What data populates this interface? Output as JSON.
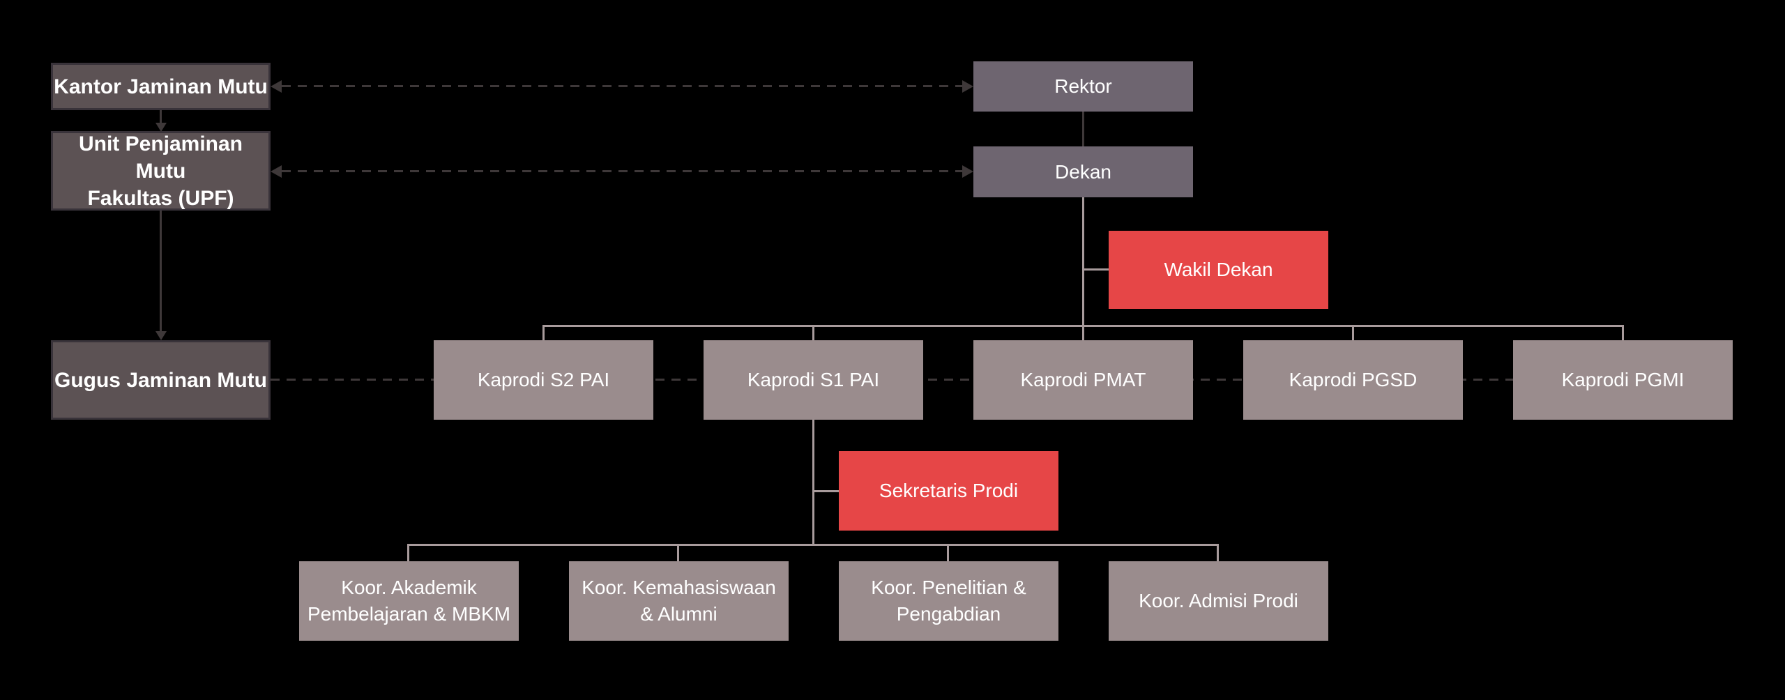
{
  "title": "Struktur Organisasi (organizational chart)",
  "colors": {
    "background": "#000000",
    "box_dark_fill": "#5c5254",
    "box_dark_border": "#39333a",
    "box_mid_fill": "#6e6570",
    "box_light_fill": "#9a8c8d",
    "box_red_fill": "#e64647",
    "line_light": "#a89b9c",
    "line_dark": "#3e3839",
    "text": "#ffffff"
  },
  "nodes": {
    "kantor": {
      "label": "Kantor Jaminan Mutu"
    },
    "upf": {
      "label": "Unit Penjaminan Mutu\nFakultas (UPF)"
    },
    "gugus": {
      "label": "Gugus Jaminan Mutu"
    },
    "rektor": {
      "label": "Rektor"
    },
    "dekan": {
      "label": "Dekan"
    },
    "wakil_dekan": {
      "label": "Wakil Dekan"
    },
    "kaprodi_s2_pai": {
      "label": "Kaprodi S2 PAI"
    },
    "kaprodi_s1_pai": {
      "label": "Kaprodi S1 PAI"
    },
    "kaprodi_pmat": {
      "label": "Kaprodi PMAT"
    },
    "kaprodi_pgsd": {
      "label": "Kaprodi PGSD"
    },
    "kaprodi_pgmi": {
      "label": "Kaprodi PGMI"
    },
    "sekretaris_prodi": {
      "label": "Sekretaris Prodi"
    },
    "koor_akademik": {
      "label": "Koor. Akademik\nPembelajaran & MBKM"
    },
    "koor_kemahasiswaan": {
      "label": "Koor. Kemahasiswaan\n& Alumni"
    },
    "koor_penelitian": {
      "label": "Koor. Penelitian &\nPengabdian"
    },
    "koor_admisi": {
      "label": "Koor. Admisi Prodi"
    }
  },
  "edges": [
    {
      "from": "kantor",
      "to": "rektor",
      "style": "dashed-double-arrow"
    },
    {
      "from": "upf",
      "to": "dekan",
      "style": "dashed-double-arrow"
    },
    {
      "from": "kantor",
      "to": "upf",
      "style": "solid-arrow-down"
    },
    {
      "from": "upf",
      "to": "gugus",
      "style": "solid-arrow-down"
    },
    {
      "from": "rektor",
      "to": "dekan",
      "style": "solid"
    },
    {
      "from": "dekan",
      "to": "wakil_dekan",
      "style": "solid-elbow"
    },
    {
      "from": "dekan",
      "to": "kaprodi_s2_pai",
      "style": "solid-tree"
    },
    {
      "from": "dekan",
      "to": "kaprodi_s1_pai",
      "style": "solid-tree"
    },
    {
      "from": "dekan",
      "to": "kaprodi_pmat",
      "style": "solid-tree"
    },
    {
      "from": "dekan",
      "to": "kaprodi_pgsd",
      "style": "solid-tree"
    },
    {
      "from": "dekan",
      "to": "kaprodi_pgmi",
      "style": "solid-tree"
    },
    {
      "from": "gugus",
      "to": "kaprodi_row",
      "style": "dashed"
    },
    {
      "from": "kaprodi_s1_pai",
      "to": "sekretaris_prodi",
      "style": "solid-elbow"
    },
    {
      "from": "kaprodi_s1_pai",
      "to": "koor_akademik",
      "style": "solid-tree"
    },
    {
      "from": "kaprodi_s1_pai",
      "to": "koor_kemahasiswaan",
      "style": "solid-tree"
    },
    {
      "from": "kaprodi_s1_pai",
      "to": "koor_penelitian",
      "style": "solid-tree"
    },
    {
      "from": "kaprodi_s1_pai",
      "to": "koor_admisi",
      "style": "solid-tree"
    }
  ]
}
